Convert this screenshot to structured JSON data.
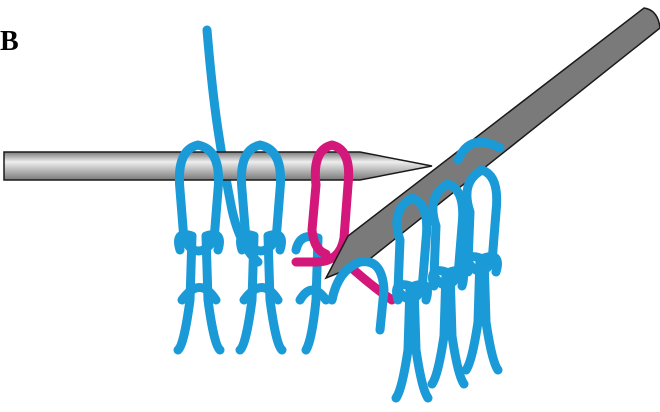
{
  "figure": {
    "step_label": "B",
    "colors": {
      "yarn": "#1a9ad6",
      "highlight_stitch": "#d4177a",
      "needle_light": "#eeeeee",
      "needle_dark": "#7a7a7a",
      "outline": "#1a1a1a"
    },
    "components": [
      "left-needle",
      "right-needle",
      "knitted-fabric",
      "highlighted-stitch"
    ]
  }
}
